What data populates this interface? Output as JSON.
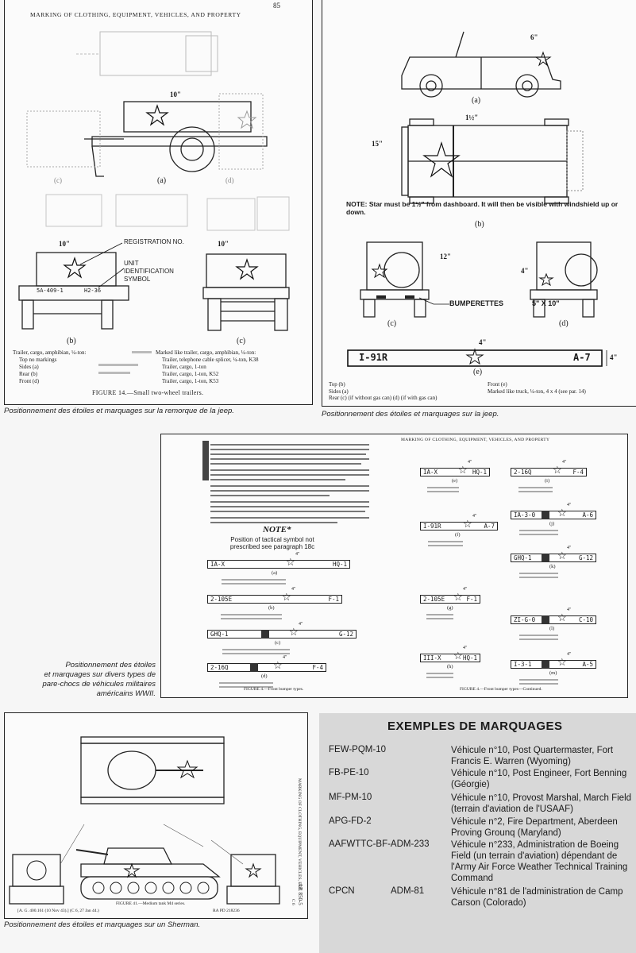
{
  "panel1": {
    "page_number": "85",
    "header": "MARKING OF CLOTHING, EQUIPMENT, VEHICLES, AND PROPERTY",
    "size_top": "10\"",
    "size_left": "10\"",
    "size_right": "10\"",
    "label_a": "(a)",
    "label_b": "(b)",
    "label_c": "(c)",
    "label_d": "(d)",
    "label_c2": "(c)",
    "registration": "REGISTRATION NO.",
    "unit_id": "UNIT\nIDENTIFICATION\nSYMBOL",
    "plate_left": "5A-409-1",
    "plate_right": "H2-36",
    "notes_left": [
      "Trailer, cargo, amphibian, ¼-ton:",
      "Top no markings",
      "Sides (a)",
      "Rear (b)",
      "Front (d)"
    ],
    "notes_right": [
      "Marked like trailer, cargo, amphibian, ¼-ton:",
      "Trailer, telephone cable splicer, ¼-ton, K38",
      "Trailer, cargo, 1-ton",
      "Trailer, cargo, 1-ton, K52",
      "Trailer, cargo, 1-ton, K53"
    ],
    "figure": "FIGURE 14.—Small two-wheel trailers."
  },
  "caption1": "Positionnement des étoiles et marquages sur la remorque de la jeep.",
  "panel2": {
    "label_a": "(a)",
    "label_b": "(b)",
    "label_c": "(c)",
    "label_d": "(d)",
    "label_e": "(e)",
    "size_6": "6\"",
    "size_15": "15\"",
    "size_1half": "1½\"",
    "size_12": "12\"",
    "size_4a": "4\"",
    "size_4b": "4\"",
    "size_4c": "4\"",
    "note_label": "NOTE:",
    "note_text": "Star must be 1½\" from dashboard. It will then be visible with windshield up or down.",
    "bumperettes": "BUMPERETTES",
    "bumper_size": "5\" X 10\"",
    "plate_left": "I-91R",
    "plate_right": "A-7",
    "notes_left": [
      "Top (b)",
      "Sides (a)",
      "Rear (c) (if without gas can) (d) (if with gas can)"
    ],
    "notes_right": [
      "Front (e)",
      "Marked like truck, ¼-ton, 4 x 4 (see par. 14)"
    ]
  },
  "caption2": "Positionnement des étoiles et marquages sur la jeep.",
  "panel3": {
    "header": "MARKING OF CLOTHING, EQUIPMENT, VEHICLES, AND PROPERTY",
    "note_title": "NOTE*",
    "note_sub": "Position of tactical symbol not prescribed see paragraph 18c",
    "left_bumpers": [
      {
        "left": "IA-X",
        "right": "HQ-1",
        "label": "(a)"
      },
      {
        "left": "2-105E",
        "right": "F-1",
        "label": "(b)"
      },
      {
        "left": "GHQ-1",
        "right": "G-12",
        "label": "(c)"
      },
      {
        "left": "2-16Q",
        "right": "F-4",
        "label": "(d)"
      }
    ],
    "right_col1": [
      {
        "left": "IA-X",
        "right": "HQ-1",
        "label": "(e)"
      },
      {
        "left": "I-91R",
        "right": "A-7",
        "label": "(f)"
      },
      {
        "left": "2-105E",
        "right": "F-1",
        "label": "(g)"
      },
      {
        "left": "III-X",
        "right": "HQ-1",
        "label": "(h)"
      }
    ],
    "right_col2": [
      {
        "left": "2-16Q",
        "right": "F-4",
        "label": "(i)"
      },
      {
        "left": "IA-3-0",
        "right": "A-6",
        "label": "(j)"
      },
      {
        "left": "GHQ-1",
        "right": "G-12",
        "label": "(k)"
      },
      {
        "left": "ZI-G-0",
        "right": "C-10",
        "label": "(l)"
      },
      {
        "left": "I-3-1",
        "right": "A-5",
        "label": "(m)"
      }
    ],
    "size_label": "4\"",
    "fig_left": "FIGURE 4.—Front bumper types.",
    "fig_right": "FIGURE 4.—Front bumper types—Continued."
  },
  "caption3": [
    "Positionnement des étoiles",
    "et marquages sur divers types de",
    "pare-chocs de véhicules militaires",
    "américains WWII."
  ],
  "panel4": {
    "side_header": "MARKING OF CLOTHING, EQUIPMENT, VEHICLES, ETC.",
    "side_ref": "AR 850-5",
    "side_ref2": "C 6",
    "figure": "FIGURE 41.—Medium tank M4 series.",
    "footer_left": "[A. G. 400.161 (10 Nov 43).] (C 6, 27 Jan 44.)",
    "footer_right": "RA PD 218236"
  },
  "caption4": "Positionnement des étoiles et marquages sur un Sherman.",
  "examples": {
    "title": "EXEMPLES DE MARQUAGES",
    "items": [
      {
        "code": "FEW-PQM-10",
        "desc": "Véhicule n°10, Post Quartermaster, Fort Francis E. Warren (Wyoming)"
      },
      {
        "code": "FB-PE-10",
        "desc": "Véhicule n°10, Post Engineer, Fort Benning (Géorgie)"
      },
      {
        "code": "MF-PM-10",
        "desc": "Véhicule n°10, Provost Marshal, March Field (terrain d'aviation de l'USAAF)"
      },
      {
        "code": "APG-FD-2",
        "desc": "Véhicule n°2, Fire Department, Aberdeen Proving Grounq (Maryland)"
      },
      {
        "code": "AAFWTTC-BF-ADM-233",
        "desc": "Véhicule n°233, Administration de Boeing Field (un terrain d'aviation) dépendant de l'Army Air Force Weather Technical Training Command"
      },
      {
        "code": "CPCN",
        "code2": "ADM-81",
        "desc": "Véhicule n°81 de l'administration de Camp Carson (Colorado)"
      }
    ]
  }
}
